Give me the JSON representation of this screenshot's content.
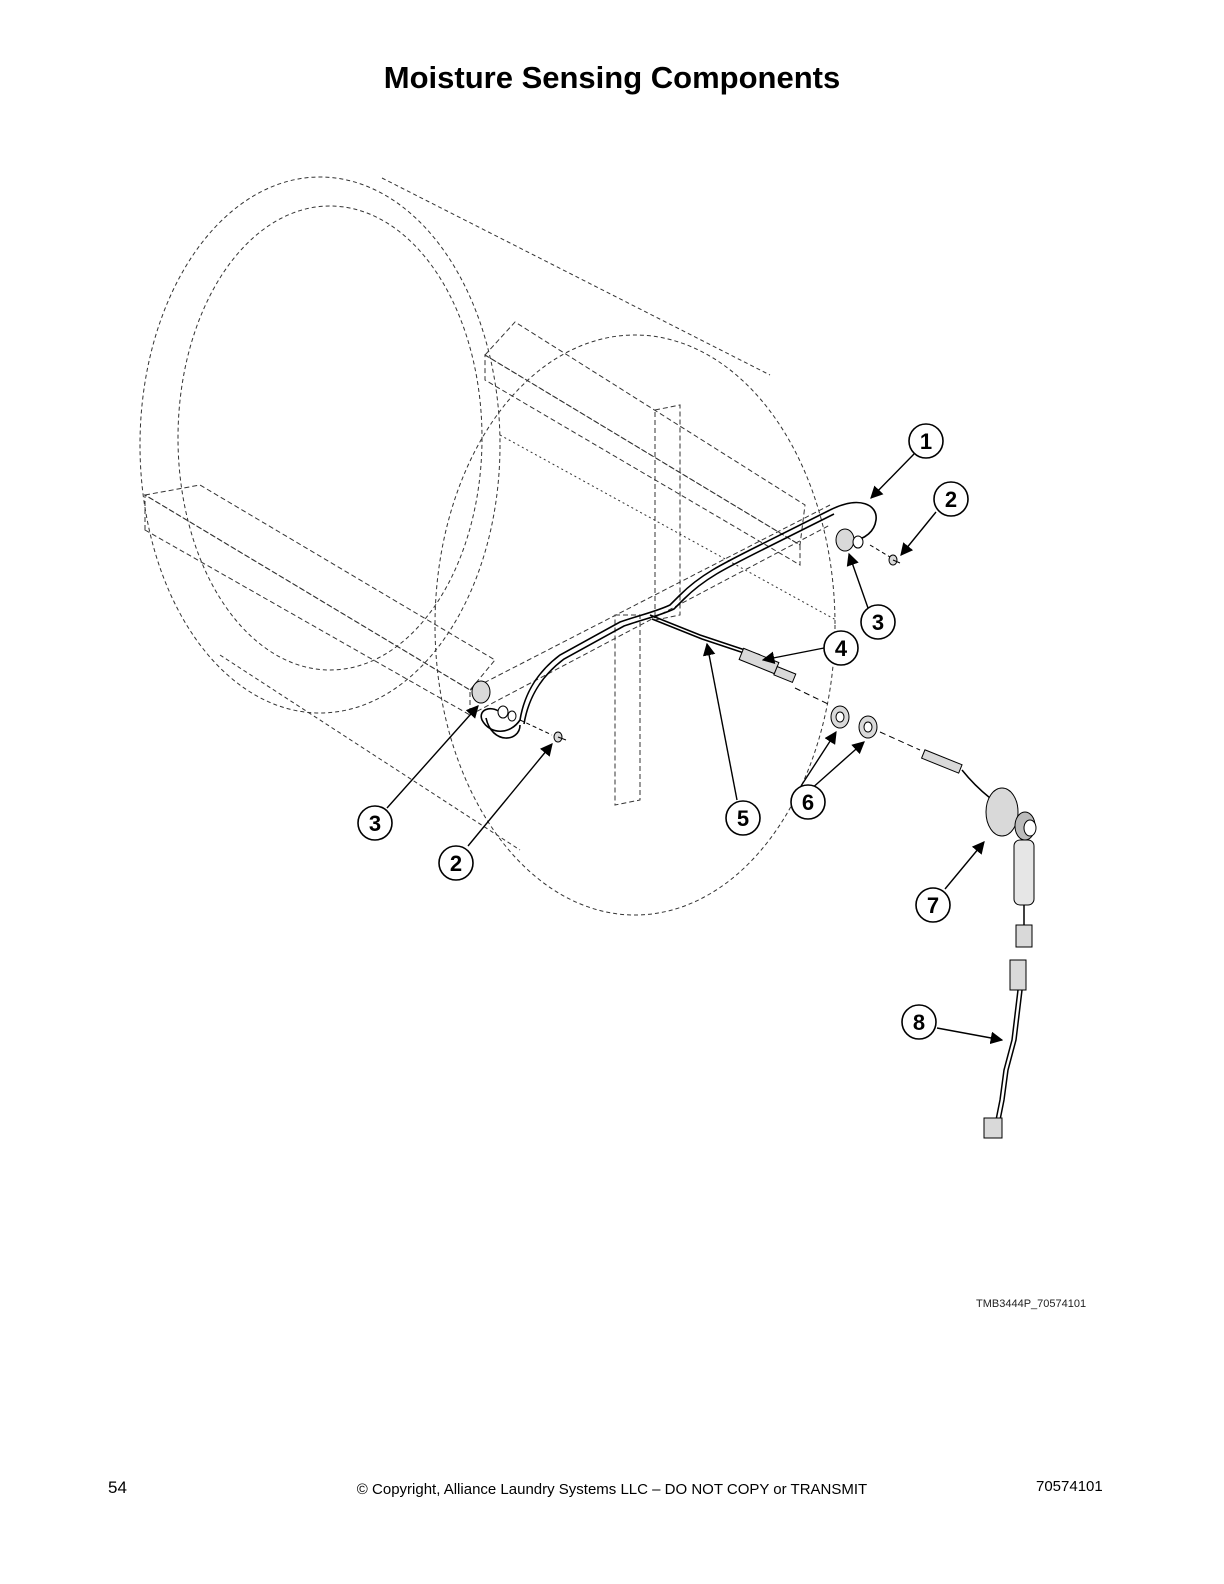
{
  "page": {
    "title": "Moisture Sensing Components",
    "figure_code": "TMB3444P_70574101",
    "page_number": "54",
    "copyright": "© Copyright, Alliance Laundry Systems LLC – DO NOT COPY or TRANSMIT",
    "doc_number": "70574101"
  },
  "callouts": {
    "c1": "1",
    "c2a": "2",
    "c2b": "2",
    "c3a": "3",
    "c3b": "3",
    "c4": "4",
    "c5": "5",
    "c6": "6",
    "c7": "7",
    "c8": "8"
  },
  "colors": {
    "line": "#000000",
    "dashed": "#333333",
    "part_fill": "#d9d9d9"
  }
}
